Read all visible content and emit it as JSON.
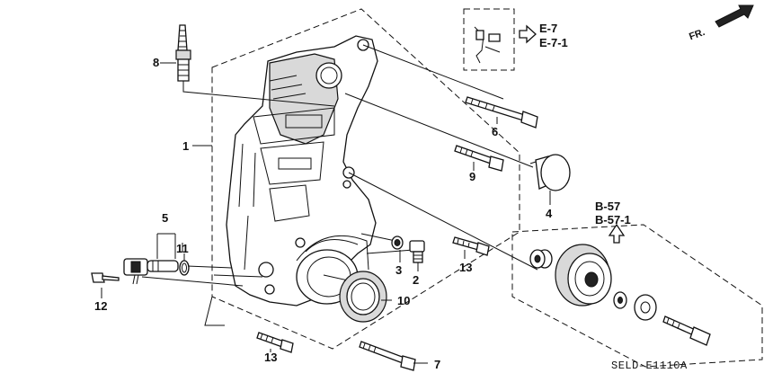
{
  "callouts": {
    "c1": "1",
    "c2": "2",
    "c3": "3",
    "c4": "4",
    "c5": "5",
    "c6": "6",
    "c7": "7",
    "c8": "8",
    "c9": "9",
    "c10": "10",
    "c11": "11",
    "c12": "12",
    "c13a": "13",
    "c13b": "13"
  },
  "references": {
    "e7": "E-7",
    "e71": "E-7-1",
    "b57": "B-57",
    "b571": "B-57-1"
  },
  "direction_label": "FR.",
  "diagram_code": "SELD–E1110A"
}
